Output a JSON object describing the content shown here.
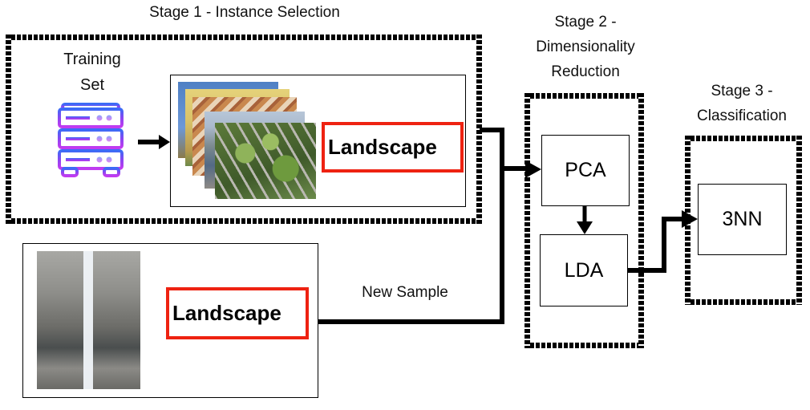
{
  "stage1": {
    "title": "Stage 1 - Instance Selection",
    "training_set_label_line1": "Training",
    "training_set_label_line2": "Set",
    "icon": "server-stack-icon",
    "icon_colors": [
      "#3b6cf6",
      "#8a45f2",
      "#c23bf0"
    ],
    "training_label": "Landscape"
  },
  "new_sample": {
    "caption": "New Sample",
    "label": "Landscape",
    "image": "waterfall-photo"
  },
  "stage2": {
    "title_line1": "Stage 2 -",
    "title_line2": "Dimensionality",
    "title_line3": "Reduction",
    "step1": "PCA",
    "step2": "LDA"
  },
  "stage3": {
    "title_line1": "Stage 3 -",
    "title_line2": "Classification",
    "classifier": "3NN"
  },
  "colors": {
    "label_border": "#ee2211",
    "frame": "#000000"
  }
}
